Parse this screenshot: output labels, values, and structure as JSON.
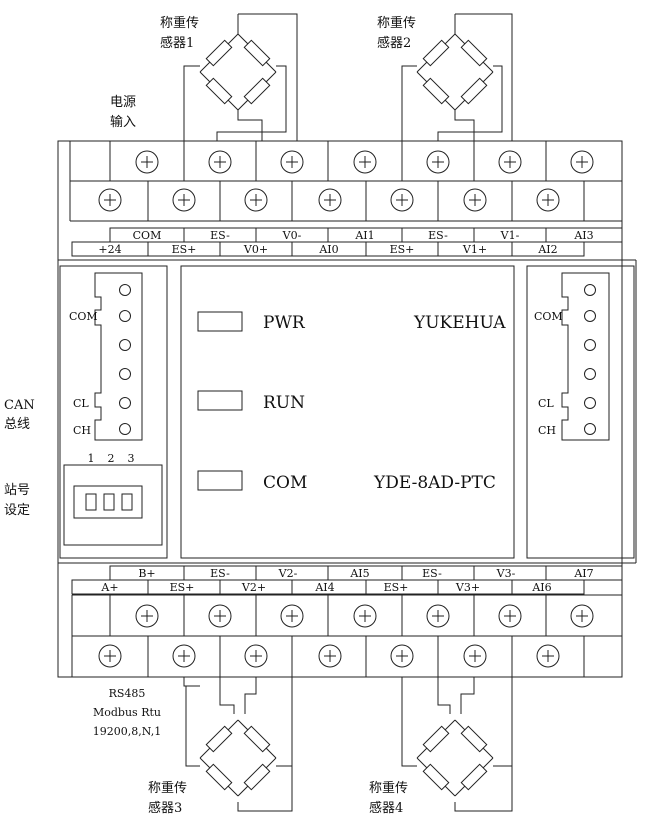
{
  "sensors": {
    "s1": [
      "称重传",
      "感器1"
    ],
    "s2": [
      "称重传",
      "感器2"
    ],
    "s3": [
      "称重传",
      "感器3"
    ],
    "s4": [
      "称重传",
      "感器4"
    ]
  },
  "power_label": [
    "电源",
    "输入"
  ],
  "top_terminals": {
    "upper_row": [
      "COM",
      "ES-",
      "V0-",
      "AI1",
      "ES-",
      "V1-",
      "AI3"
    ],
    "lower_row": [
      "+24",
      "ES+",
      "V0+",
      "AI0",
      "ES+",
      "V1+",
      "AI2"
    ]
  },
  "bottom_terminals": {
    "upper_row": [
      "B+",
      "ES-",
      "V2-",
      "AI5",
      "ES-",
      "V3-",
      "AI7"
    ],
    "lower_row": [
      "A+",
      "ES+",
      "V2+",
      "AI4",
      "ES+",
      "V3+",
      "AI6"
    ]
  },
  "left_connector": {
    "com": "COM",
    "cl": "CL",
    "ch": "CH"
  },
  "right_connector": {
    "com": "COM",
    "cl": "CL",
    "ch": "CH"
  },
  "can_label": [
    "CAN",
    "总线"
  ],
  "station_label": [
    "站号",
    "设定"
  ],
  "dip_numbers": [
    "1",
    "2",
    "3"
  ],
  "indicators": {
    "pwr": "PWR",
    "run": "RUN",
    "com": "COM"
  },
  "brand": "YUKEHUA",
  "model": "YDE-8AD-PTC",
  "rs485": [
    "RS485",
    "Modbus Rtu",
    "19200,8,N,1"
  ]
}
